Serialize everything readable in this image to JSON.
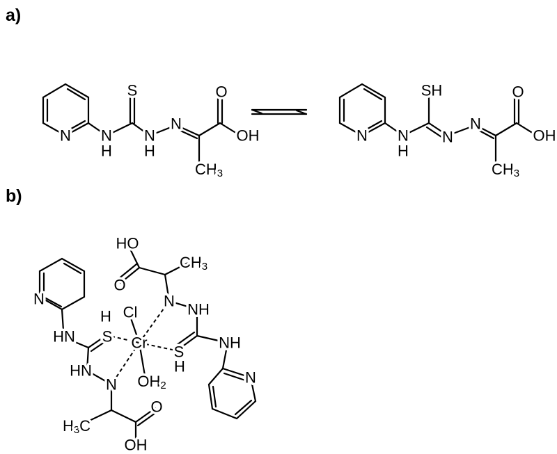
{
  "panels": {
    "a": "a)",
    "b": "b)"
  },
  "colors": {
    "ink": "#000000",
    "background": "#ffffff"
  },
  "atoms": {
    "N": "N",
    "H": "H",
    "S": "S",
    "O": "O",
    "OH": "OH",
    "HO": "HO",
    "SH": "SH",
    "NH": "NH",
    "HN": "HN",
    "Cl": "Cl",
    "Cr": "Cr",
    "C": "C",
    "CH": "CH",
    "H3": "H",
    "OH2": "OH",
    "sub2": "2",
    "sub3": "3"
  }
}
